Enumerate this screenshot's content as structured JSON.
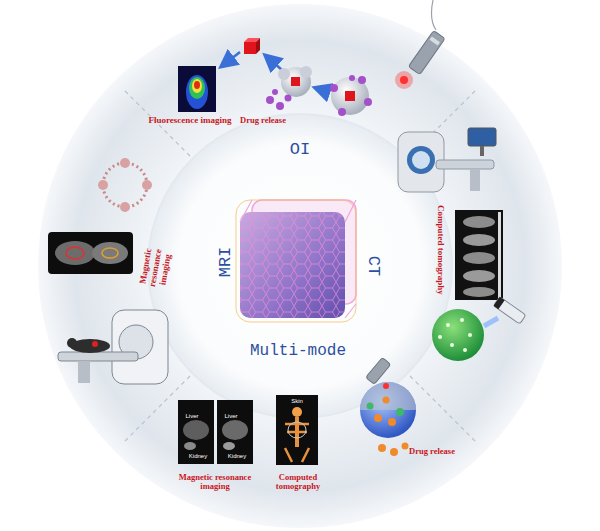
{
  "diagram": {
    "labels": [
      "Fluorescence imaging",
      "Drug release",
      "OI",
      "MRI",
      "CT",
      "Multi-mode",
      "Computed tomography",
      "Magnetic resonance imaging",
      "Drug release",
      "Liver",
      "Kidney",
      "Liver",
      "Kidney",
      "Skin",
      "Magnetic resonance imaging",
      "Computed tomography"
    ]
  }
}
